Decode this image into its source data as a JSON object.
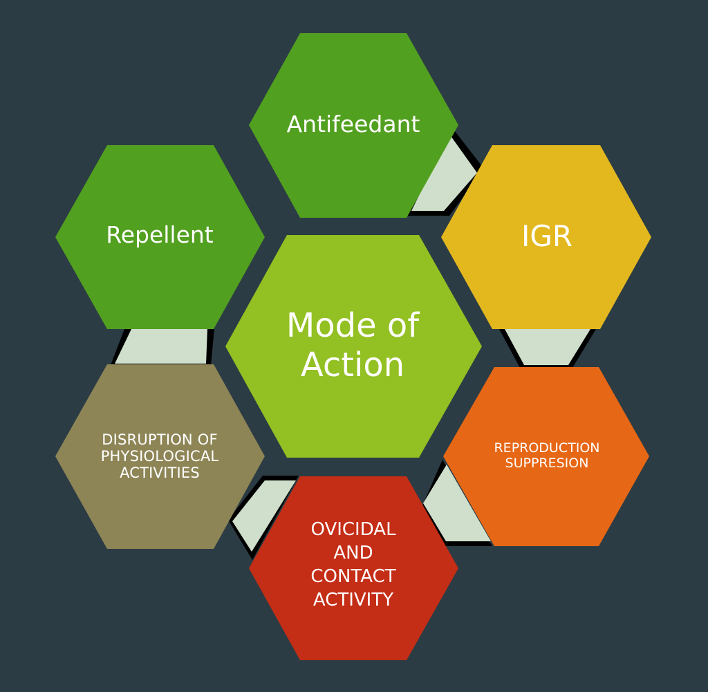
{
  "colors": {
    "background": "#2c3c44",
    "connector_fill": "#cfdfcb",
    "connector_shadow": "#000000",
    "center": "#93c022",
    "antifeedant": "#52a020",
    "repellent": "#52a020",
    "igr": "#e3b81f",
    "reproduction": "#e66716",
    "ovicidal": "#c42d16",
    "disruption": "#8e8556"
  },
  "center": {
    "line1": "Mode of",
    "line2": "Action"
  },
  "nodes": [
    {
      "id": "antifeedant",
      "lines": [
        "Antifeedant"
      ]
    },
    {
      "id": "igr",
      "lines": [
        "IGR"
      ]
    },
    {
      "id": "reproduction",
      "lines": [
        "REPRODUCTION",
        "SUPPRESION"
      ]
    },
    {
      "id": "ovicidal",
      "lines": [
        "OVICIDAL",
        "AND",
        "CONTACT",
        "ACTIVITY"
      ]
    },
    {
      "id": "disruption",
      "lines": [
        "DISRUPTION OF",
        "PHYSIOLOGICAL",
        "ACTIVITIES"
      ]
    },
    {
      "id": "repellent",
      "lines": [
        "Repellent"
      ]
    }
  ]
}
